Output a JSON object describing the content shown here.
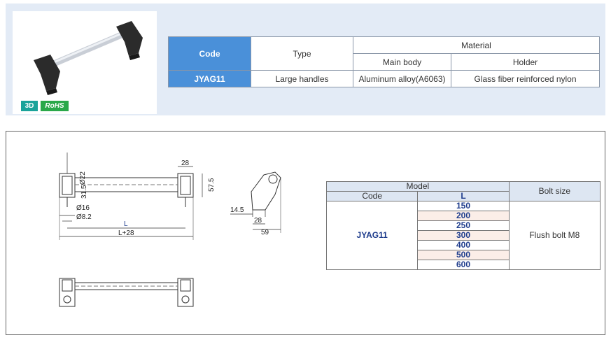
{
  "badges": {
    "three_d": "3D",
    "rohs": "RoHS"
  },
  "material_table": {
    "code_header": "Code",
    "type_header": "Type",
    "material_header": "Material",
    "main_body_header": "Main body",
    "holder_header": "Holder",
    "row": {
      "code": "JYAG11",
      "type": "Large handles",
      "main_body": "Aluminum alloy(A6063)",
      "holder": "Glass fiber reinforced nylon"
    }
  },
  "drawing": {
    "dims": {
      "d22": "Ø22",
      "d28": "28",
      "d57_5": "57.5",
      "d31_5": "31.5",
      "d16": "Ø16",
      "d8_2": "Ø8.2",
      "l": "L",
      "l28": "L+28",
      "d14_5": "14.5",
      "d28b": "28",
      "d59": "59"
    }
  },
  "model_table": {
    "model_header": "Model",
    "bolt_header": "Bolt size",
    "code_header": "Code",
    "l_header": "L",
    "code": "JYAG11",
    "lengths": [
      "150",
      "200",
      "250",
      "300",
      "400",
      "500",
      "600"
    ],
    "bolt": "Flush bolt M8"
  },
  "colors": {
    "accent": "#4a90d9",
    "band": "#e3ebf6",
    "dim_blue": "#1e3c8c"
  }
}
